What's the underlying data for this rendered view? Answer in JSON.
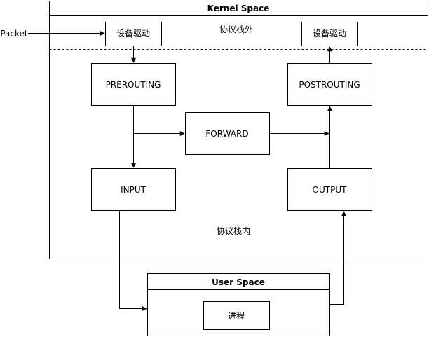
{
  "kernel_space": {
    "title": "Kernel Space",
    "outside_label": "协议栈外",
    "inside_label": "协议栈内"
  },
  "user_space": {
    "title": "User Space",
    "process": "进程"
  },
  "packet_label": "Packet",
  "nodes": {
    "driver_in": "设备驱动",
    "driver_out": "设备驱动",
    "prerouting": "PREROUTING",
    "postrouting": "POSTROUTING",
    "forward": "FORWARD",
    "input": "INPUT",
    "output": "OUTPUT"
  }
}
